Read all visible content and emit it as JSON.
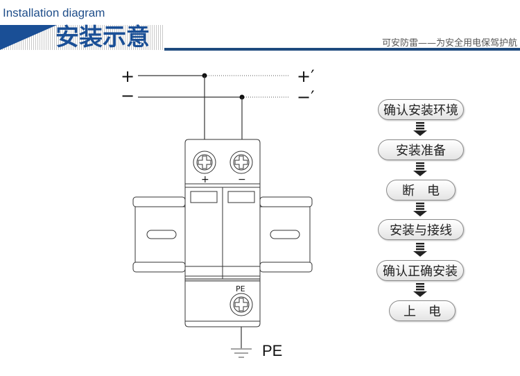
{
  "header": {
    "title_en": "Installation diagram",
    "title_cn": "安装示意",
    "slogan": "可安防雷——为安全用电保驾护航",
    "brand_color": "#1a4f96"
  },
  "diagram": {
    "input_plus": "+",
    "input_minus": "−",
    "output_plus": "+′",
    "output_minus": "−′",
    "terminal_plus": "+",
    "terminal_minus": "−",
    "terminal_pe": "PE",
    "ground_label": "PE"
  },
  "flow": {
    "steps": [
      {
        "label": "确认安装环境"
      },
      {
        "label": "安装准备"
      },
      {
        "label": "断　电"
      },
      {
        "label": "安装与接线"
      },
      {
        "label": "确认正确安装"
      },
      {
        "label": "上　电"
      }
    ],
    "arrow_icon": "down-arrow-icon"
  }
}
